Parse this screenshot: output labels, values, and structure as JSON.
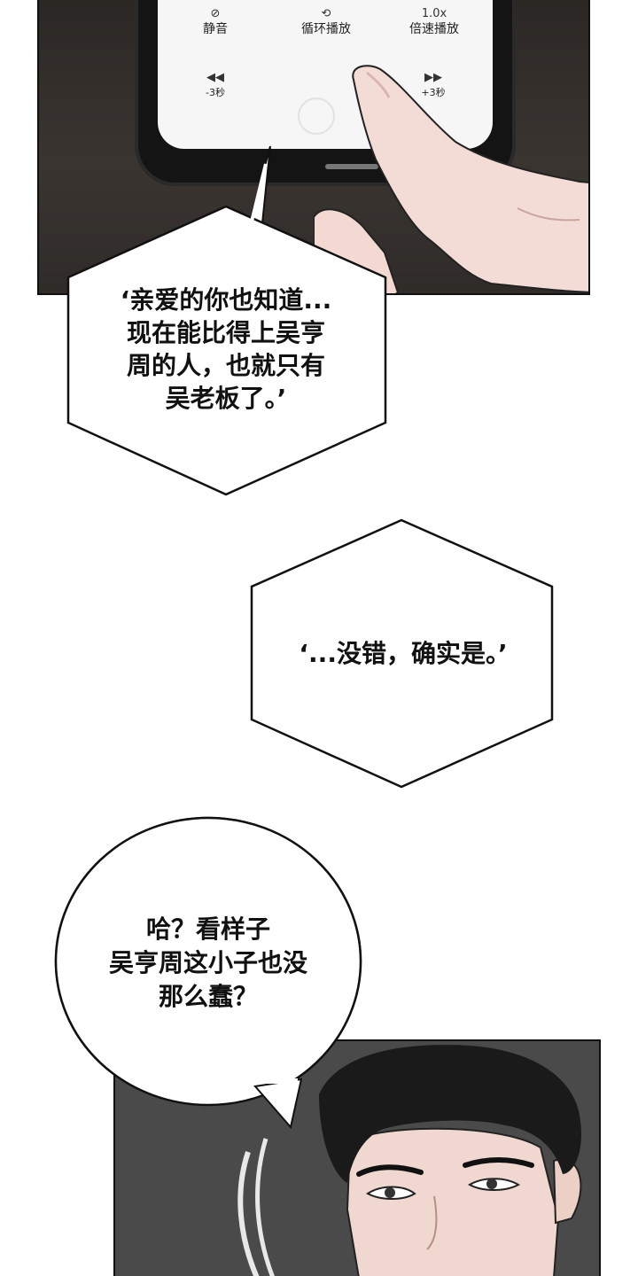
{
  "phone": {
    "controls": [
      {
        "icon": "mute-icon",
        "glyph": "⊘",
        "label": "静音"
      },
      {
        "icon": "loop-icon",
        "glyph": "⟲",
        "label": "循环播放"
      },
      {
        "icon": "speed-icon",
        "glyph": "1.0x",
        "label": "倍速播放"
      },
      {
        "icon": "rewind-icon",
        "glyph": "◀◀",
        "label": "-3秒"
      },
      {
        "icon": "forward-icon",
        "glyph": "▶▶",
        "label": "+3秒"
      }
    ]
  },
  "bubbles": [
    {
      "text": "‘亲爱的你也知道...\n现在能比得上吴亨\n周的人，也就只有\n吴老板了。’"
    },
    {
      "text": "‘...没错，确实是。’"
    },
    {
      "text": "哈？看样子\n吴亨周这小子也没\n那么蠢？"
    }
  ],
  "colors": {
    "bubble_fill": "#ffffff",
    "bubble_stroke": "#111111",
    "panel_dark": "#2e2a27",
    "skin": "#f4dcd6",
    "hair": "#1a1a1a"
  }
}
